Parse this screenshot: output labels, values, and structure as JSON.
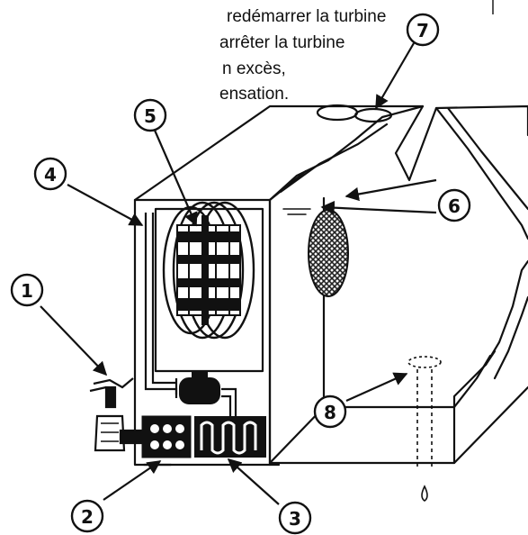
{
  "caption": {
    "lines": [
      "redémarrer la turbine",
      "arrêter la turbine",
      "n excès,",
      "ensation."
    ]
  },
  "callouts": {
    "c1": "1",
    "c2": "2",
    "c3": "3",
    "c4": "4",
    "c5": "5",
    "c6": "6",
    "c7": "7",
    "c8": "8"
  },
  "colors": {
    "ink": "#111111",
    "paper": "#ffffff"
  }
}
